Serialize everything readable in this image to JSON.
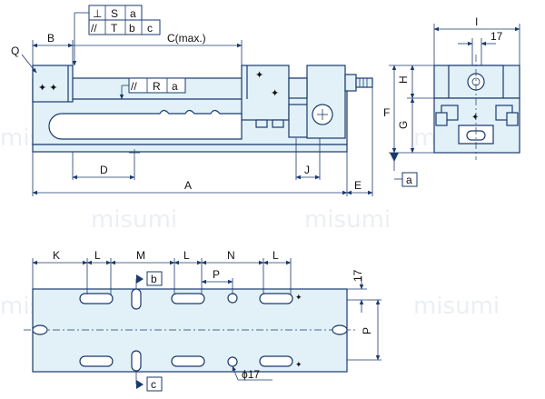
{
  "watermark": "misumi",
  "tolerance_frame_top": [
    "⊥",
    "S",
    "a"
  ],
  "tolerance_frame_second": [
    "//",
    "T",
    "b",
    "c"
  ],
  "tolerance_frame_middle": [
    "//",
    "R",
    "a"
  ],
  "datum_a": "a",
  "datum_b": "b",
  "datum_c": "c",
  "dims": {
    "B": "B",
    "C": "C(max.)",
    "Q": "Q",
    "D": "D",
    "A": "A",
    "J": "J",
    "E": "E",
    "I": "I",
    "seventeen_top": "17",
    "H": "H",
    "F": "F",
    "G": "G",
    "K": "K",
    "L1": "L",
    "M": "M",
    "L2": "L",
    "N": "N",
    "L3": "L",
    "P_top": "P",
    "seventeen_right": "17",
    "P_right": "P",
    "phi17": "ϕ17"
  },
  "colors": {
    "body_fill": "#e1f1f7",
    "line": "#1a3a6e"
  }
}
